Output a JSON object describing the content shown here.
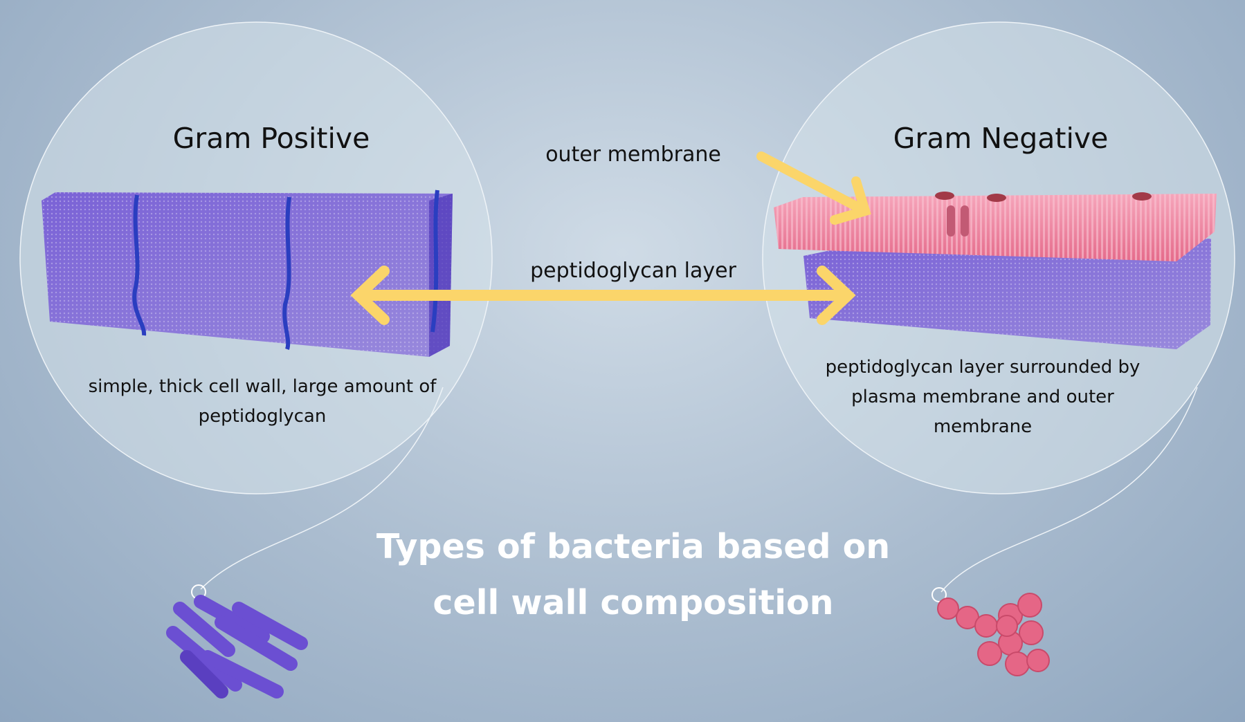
{
  "left": {
    "title": "Gram Positive",
    "caption_line1": "simple, thick cell wall, large amount of",
    "caption_line2": "peptidoglycan"
  },
  "right": {
    "title": "Gram Negative",
    "caption_line1": "peptidoglycan layer surrounded by",
    "caption_line2": "plasma membrane and outer",
    "caption_line3": "membrane"
  },
  "labels": {
    "outer_membrane": "outer membrane",
    "peptidoglycan": "peptidoglycan layer"
  },
  "title": {
    "line1": "Types of bacteria based on",
    "line2": "cell wall composition"
  },
  "colors": {
    "arrow": "#fbd56a",
    "gram_positive": "#6a4fd0",
    "gram_negative": "#e9728e"
  }
}
